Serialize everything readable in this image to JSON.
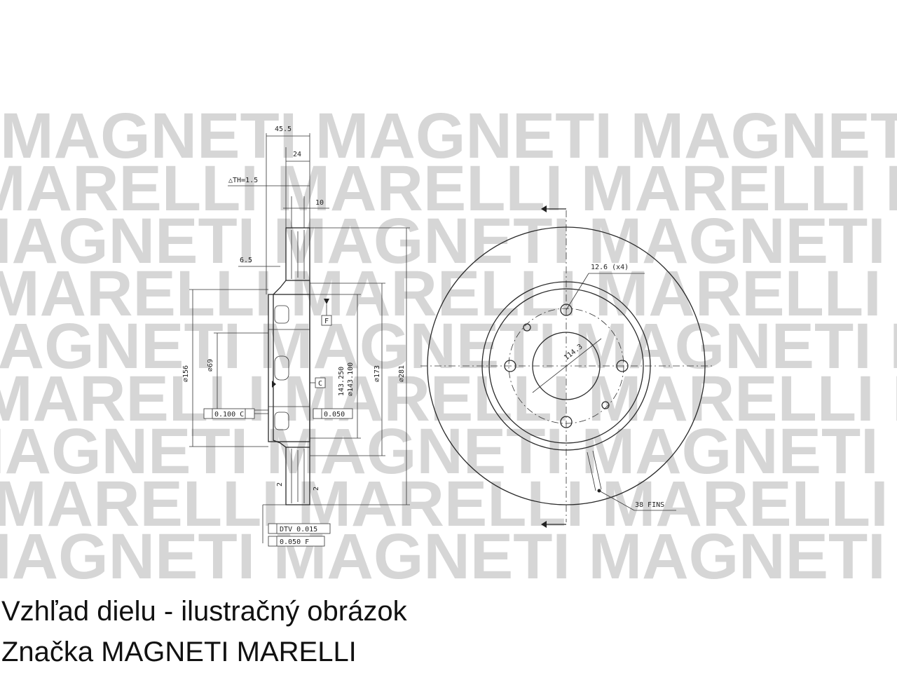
{
  "watermark": {
    "line_a": "MAGNETI MAGNETI MAGNETI MAGNETI",
    "line_b": "MARELLI MARELLI MARELLI MARELLI"
  },
  "dimensions": {
    "d45_5": "45.5",
    "d24": "24",
    "th": "△TH=1.5",
    "d10": "10",
    "d6_5": "6.5",
    "d156": "⌀156",
    "d69": "⌀69",
    "d143": "143.250",
    "d143b": "⌀143.100",
    "d173": "⌀173",
    "d281": "⌀281",
    "f_label": "F",
    "c_label": "C",
    "tol_left": "0.100 C",
    "tol_right": "0.050",
    "dtv": "DTV 0.015",
    "flat": "0.050 F",
    "two_a": "2",
    "two_b": "2",
    "holes": "12.6 (x4)",
    "pcd": "114.3",
    "fins": "38 FINS"
  },
  "caption": {
    "line1": "Vzhľad dielu - ilustračný obrázok",
    "line2": "Značka MAGNETI MARELLI"
  }
}
